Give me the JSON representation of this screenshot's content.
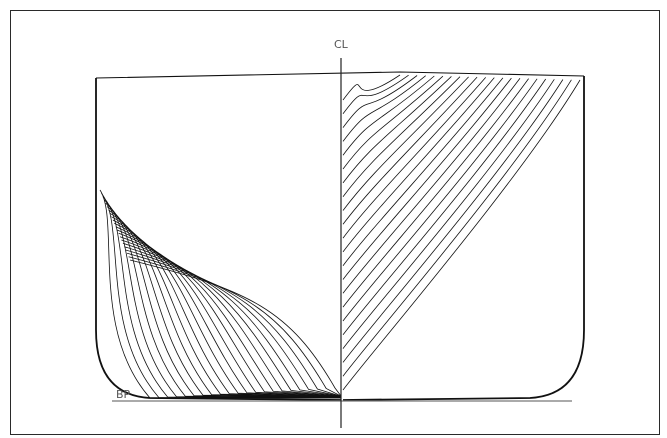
{
  "figure": {
    "centerline_label": "CL",
    "baseline_label": "BP",
    "stations_per_side": 22
  },
  "colors": {
    "line": "#111111",
    "label": "#555555",
    "frame": "#2a2a2a",
    "background": "#ffffff"
  }
}
